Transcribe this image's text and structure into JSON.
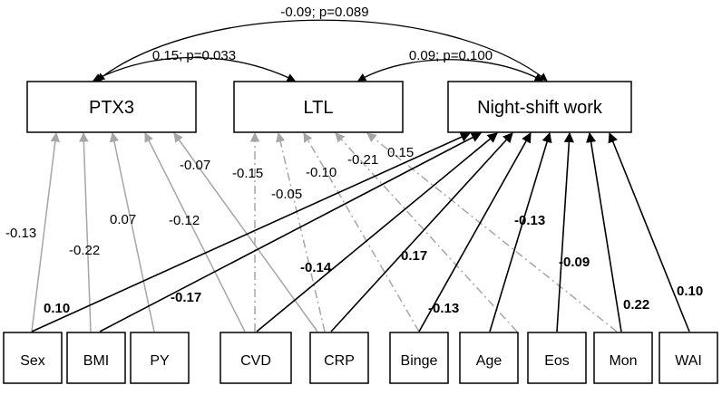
{
  "top_nodes": {
    "ptx3": "PTX3",
    "ltl": "LTL",
    "night": "Night-shift work"
  },
  "bottom_nodes": {
    "sex": "Sex",
    "bmi": "BMI",
    "py": "PY",
    "cvd": "CVD",
    "crp": "CRP",
    "binge": "Binge",
    "age": "Age",
    "eos": "Eos",
    "mon": "Mon",
    "wai": "WAI"
  },
  "correlations": {
    "ptx3_night": "-0.09; p=0.089",
    "ptx3_ltl": "0.15; p=0.033",
    "ltl_night": "0.09; p=0.100"
  },
  "coefficients": {
    "sex_ptx3": "-0.13",
    "bmi_ptx3": "-0.22",
    "py_ptx3": "0.07",
    "cvd_ptx3": "-0.12",
    "crp_ptx3": "-0.07",
    "cvd_ltl": "-0.15",
    "crp_ltl": "-0.05",
    "binge_ltl": "-0.10",
    "eos_ltl": "-0.21",
    "mon_ltl": "0.15",
    "sex_night": "0.10",
    "bmi_night": "-0.17",
    "cvd_night": "-0.14",
    "crp_night": "0.17",
    "binge_night": "-0.13",
    "age_night": "-0.13",
    "eos_night": "-0.09",
    "mon_night": "0.22",
    "wai_night": "0.10"
  }
}
